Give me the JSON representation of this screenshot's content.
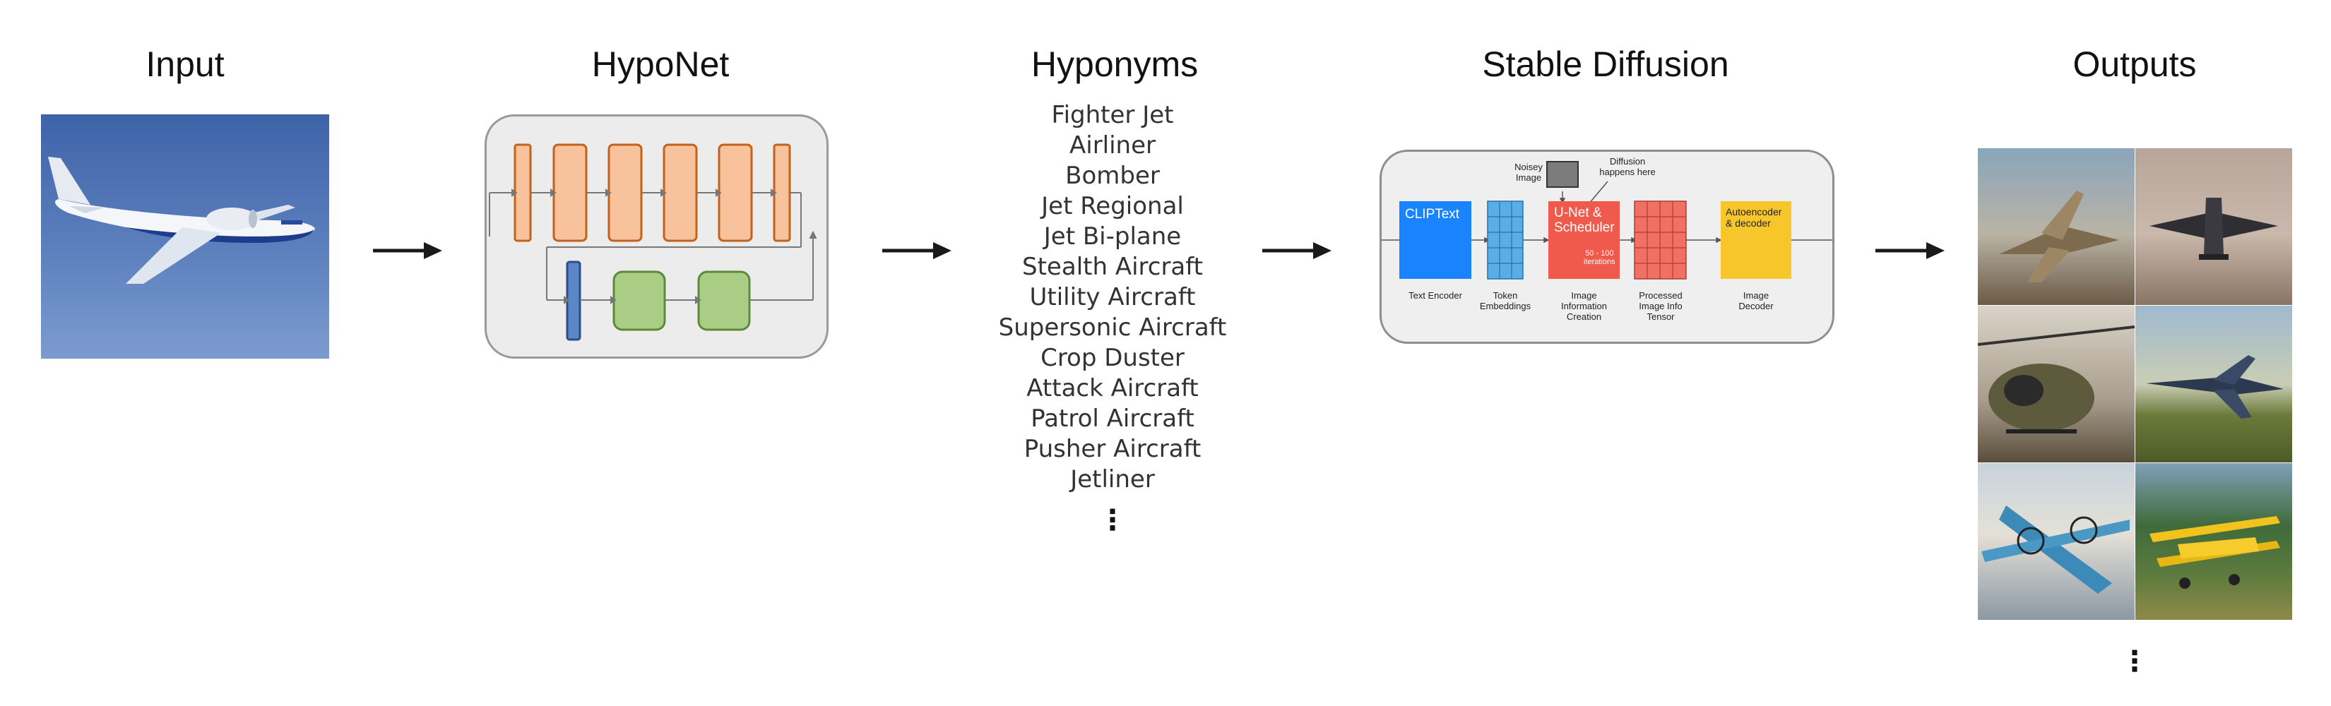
{
  "headings": {
    "input": "Input",
    "hyponet": "HypoNet",
    "hyponyms": "Hyponyms",
    "stable_diffusion": "Stable Diffusion",
    "outputs": "Outputs"
  },
  "hyponyms": [
    "Fighter Jet",
    "Airliner",
    "Bomber",
    "Jet Regional",
    "Jet Bi-plane",
    "Stealth Aircraft",
    "Utility Aircraft",
    "Supersonic Aircraft",
    "Crop Duster",
    "Attack Aircraft",
    "Patrol Aircraft",
    "Pusher Aircraft",
    "Jetliner"
  ],
  "ellipsis": "⋮",
  "stable_diffusion": {
    "clip_text": "CLIPText",
    "unet": "U-Net &\nScheduler",
    "unet_iterations": "50 - 100\niterations",
    "autoencoder": "Autoencoder\n& decoder",
    "noisy_image": "Noisey\nImage",
    "diffusion_note": "Diffusion\nhappens here",
    "labels": {
      "text_encoder": "Text Encoder",
      "token_embeddings": "Token\nEmbeddings",
      "image_info_creation": "Image\nInformation\nCreation",
      "processed_tensor": "Processed\nImage Info\nTensor",
      "image_decoder": "Image\nDecoder"
    }
  },
  "colors": {
    "hyponet_orange_fill": "#f8c39c",
    "hyponet_orange_stroke": "#c2621c",
    "hyponet_blue": "#5b87c8",
    "hyponet_green_fill": "#a9cd85",
    "hyponet_green_stroke": "#5d8a3a",
    "clip_blue": "#1a84ff",
    "token_blue": "#5aaee8",
    "unet_red": "#f05a4c",
    "tensor_red": "#f07064",
    "decoder_yellow": "#f7c62a"
  },
  "icons": [
    "arrow-right-icon"
  ]
}
